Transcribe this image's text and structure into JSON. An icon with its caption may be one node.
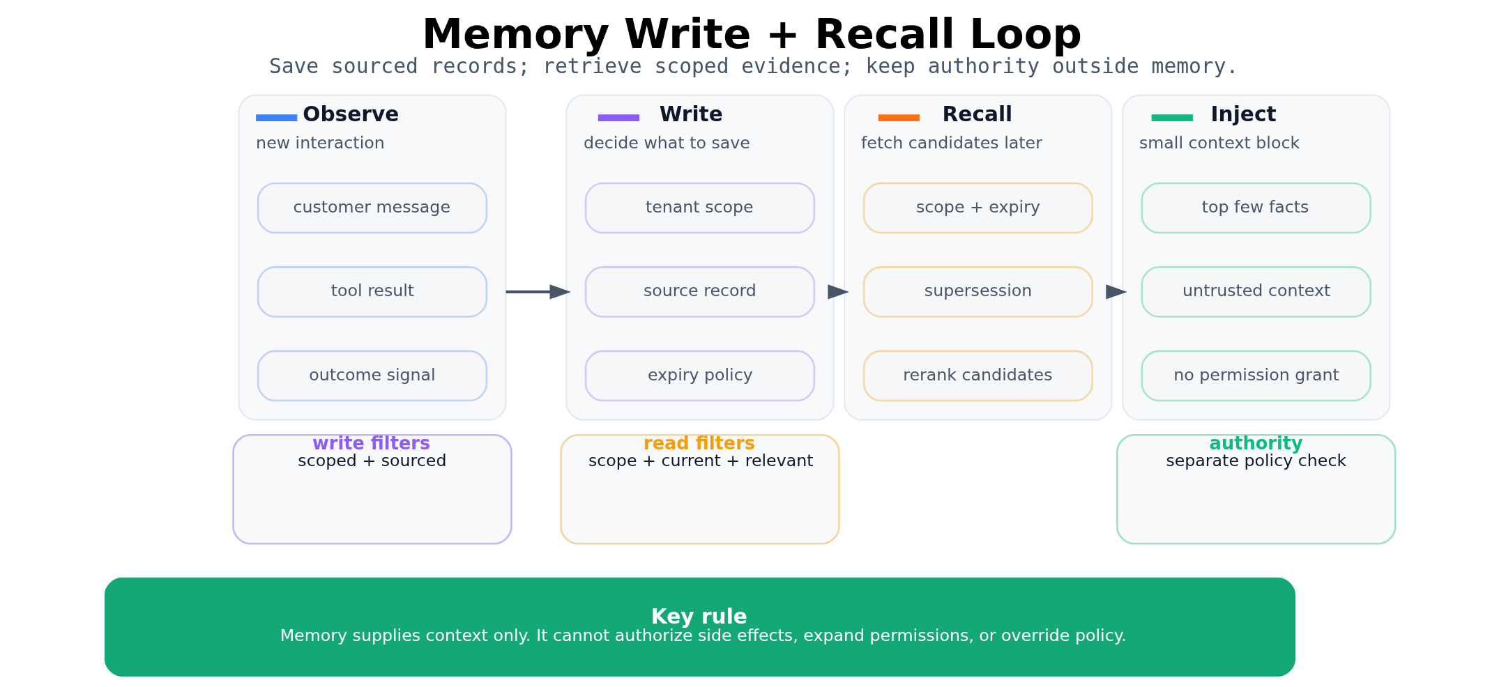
{
  "diagram": {
    "title": "Memory Write + Recall Loop",
    "caption": "Save sourced records; retrieve scoped evidence; keep authority outside memory.",
    "nodes": [
      {
        "text": [
          "Observe",
          "new interaction"
        ]
      },
      {
        "text": [
          "customer message"
        ],
        "in": 0
      },
      {
        "text": [
          "tool result"
        ],
        "in": 0
      },
      {
        "text": [
          "outcome signal"
        ],
        "in": 0
      },
      {
        "text": [
          "Write",
          "decide what to save"
        ]
      },
      {
        "text": [
          "tenant scope"
        ],
        "in": 4
      },
      {
        "text": [
          "source record"
        ],
        "in": 4
      },
      {
        "text": [
          "expiry policy"
        ],
        "in": 4
      },
      {
        "text": [
          "Recall",
          "fetch candidates later"
        ]
      },
      {
        "text": [
          "scope + expiry"
        ],
        "in": 8
      },
      {
        "text": [
          "supersession"
        ],
        "in": 8
      },
      {
        "text": [
          "rerank candidates"
        ],
        "in": 8
      },
      {
        "text": [
          "Inject",
          "small context block"
        ]
      },
      {
        "text": [
          "top few facts"
        ],
        "in": 12
      },
      {
        "text": [
          "untrusted context"
        ],
        "in": 12
      },
      {
        "text": [
          "no permission grant"
        ],
        "in": 12
      },
      {
        "text": [
          "write filters",
          "scoped + sourced"
        ]
      },
      {
        "text": [
          "read filters",
          "scope + current + relevant"
        ]
      },
      {
        "text": [
          "authority",
          "separate policy check"
        ]
      },
      {
        "text": [
          "Key rule",
          "Memory supplies context only. It cannot authorize side effects, expand permissions, or override policy."
        ]
      }
    ],
    "edges": [
      {
        "from": 0,
        "to": 4,
        "arrow": "to"
      },
      {
        "from": 4,
        "to": 8,
        "arrow": "to"
      },
      {
        "from": 8,
        "to": 12,
        "arrow": "to"
      }
    ]
  }
}
